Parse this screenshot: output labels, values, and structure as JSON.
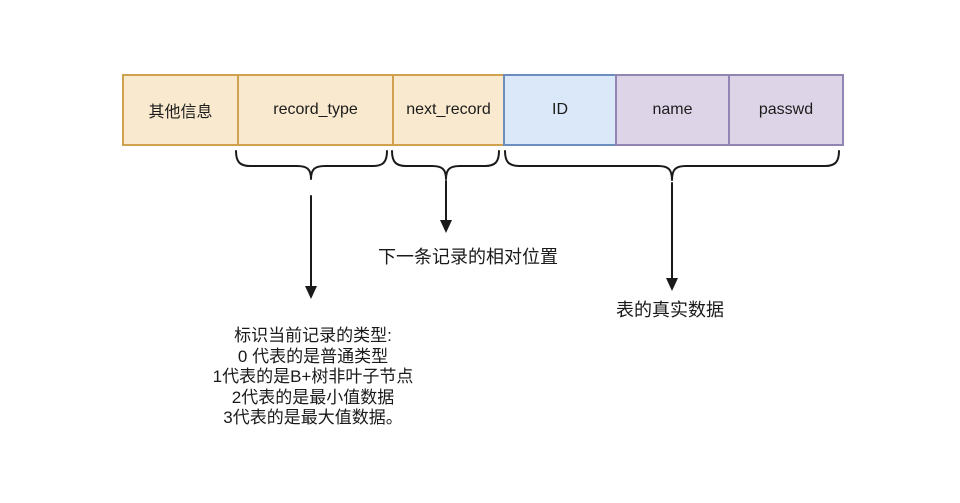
{
  "palette": {
    "background": "#ffffff",
    "tan_fill": "#f9e9ce",
    "tan_stroke": "#d0a24f",
    "blue_fill": "#dbe8fa",
    "blue_stroke": "#6c8ebf",
    "purple_fill": "#ded4e8",
    "purple_stroke": "#9186b3",
    "line_color": "#1a1a1a",
    "text_color": "#1a1a1a"
  },
  "record_row": {
    "cells": [
      {
        "label": "其他信息",
        "group": "record-extra-info"
      },
      {
        "label": "record_type",
        "group": "record-header"
      },
      {
        "label": "next_record",
        "group": "record-header"
      },
      {
        "label": "ID",
        "group": "real-data"
      },
      {
        "label": "name",
        "group": "real-data"
      },
      {
        "label": "passwd",
        "group": "real-data"
      }
    ]
  },
  "annotations": {
    "next_record_note": "下一条记录的相对位置",
    "real_data_note": "表的真实数据",
    "record_type_note": {
      "lines": [
        "标识当前记录的类型:",
        "0 代表的是普通类型",
        "1代表的是B+树非叶子节点",
        "2代表的是最小值数据",
        "3代表的是最大值数据。"
      ]
    }
  }
}
